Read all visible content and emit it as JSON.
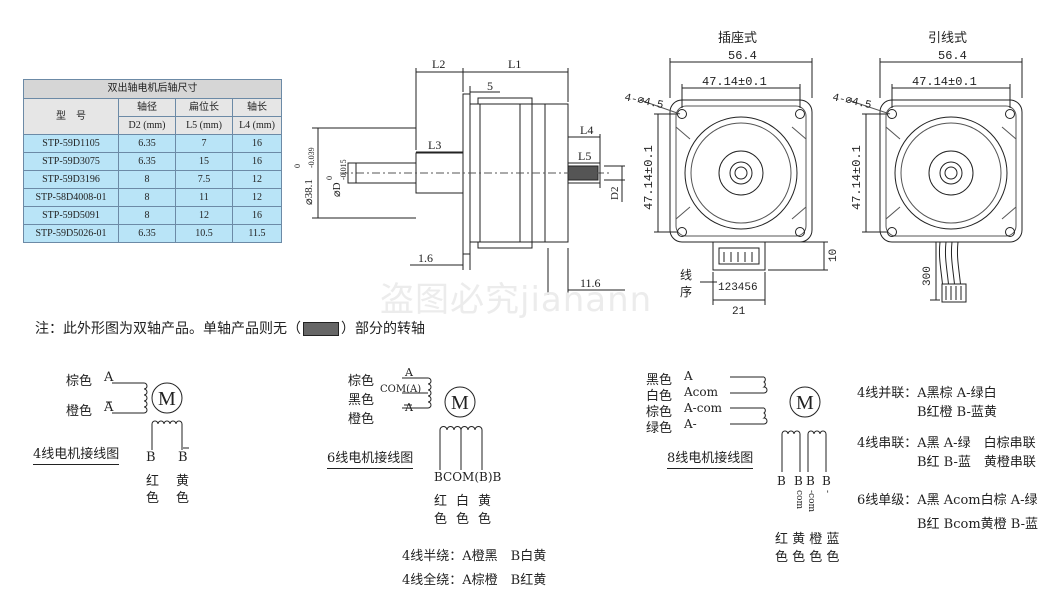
{
  "table": {
    "caption": "双出轴电机后轴尺寸",
    "col_model": "型　号",
    "col_dia": "轴径",
    "col_flat": "扁位长",
    "col_len": "轴长",
    "unit_dia": "D2 (mm)",
    "unit_flat": "L5 (mm)",
    "unit_len": "L4 (mm)",
    "rows": [
      {
        "model": "STP-59D1105",
        "d2": "6.35",
        "l5": "7",
        "l4": "16"
      },
      {
        "model": "STP-59D3075",
        "d2": "6.35",
        "l5": "15",
        "l4": "16"
      },
      {
        "model": "STP-59D3196",
        "d2": "8",
        "l5": "7.5",
        "l4": "12"
      },
      {
        "model": "STP-58D4008-01",
        "d2": "8",
        "l5": "11",
        "l4": "12"
      },
      {
        "model": "STP-59D5091",
        "d2": "8",
        "l5": "12",
        "l4": "16"
      },
      {
        "model": "STP-59D5026-01",
        "d2": "6.35",
        "l5": "10.5",
        "l4": "11.5"
      }
    ]
  },
  "side": {
    "L2": "L2",
    "L1": "L1",
    "five": "5",
    "L3": "L3",
    "L4": "L4",
    "L5": "L5",
    "dia38": "⌀38.1",
    "tol38_top": "0",
    "tol38_bot": "-0.039",
    "diaD": "⌀D",
    "tolD_top": "0",
    "tolD_bot": "-0.015",
    "D2": "D2",
    "d16": "1.6",
    "d116": "11.6"
  },
  "front1": {
    "title": "插座式",
    "w564": "56.4",
    "w4714": "47.14±0.1",
    "holes": "4-⌀4.5",
    "h4714": "47.14±0.1",
    "d10": "10",
    "xian": "线",
    "xu": "序",
    "seq": "123456",
    "d21": "21"
  },
  "front2": {
    "title": "引线式",
    "w564": "56.4",
    "w4714": "47.14±0.1",
    "holes": "4-⌀4.5",
    "h4714": "47.14±0.1",
    "d300": "300"
  },
  "note": {
    "prefix": "注：此外形图为双轴产品。单轴产品则无（",
    "suffix": "）部分的转轴"
  },
  "watermark": "盗图必究jianann",
  "w4": {
    "brown": "棕色",
    "orange": "橙色",
    "A": "A",
    "Abar": "A",
    "B": "B",
    "Bbar": "B",
    "M": "M",
    "title": "4线电机接线图",
    "red": "红",
    "yellow": "黄",
    "color": "色"
  },
  "w6": {
    "brown": "棕色",
    "black": "黑色",
    "orange": "橙色",
    "A": "A",
    "com": "COM(A)",
    "Abar": "A",
    "M": "M",
    "title": "6线电机接线图",
    "bottom": "BCOM(B)B",
    "red": "红",
    "white": "白",
    "yellow": "黄",
    "color": "色",
    "half": "4线半绕：A橙黑　B白黄",
    "full": "4线全绕：A棕橙　B红黄"
  },
  "w8": {
    "black": "黑色",
    "white": "白色",
    "brown": "棕色",
    "green": "绿色",
    "A": "A",
    "Acom": "Acom",
    "Acom2": "A-com",
    "Aminus": "A-",
    "M": "M",
    "title": "8线电机接线图",
    "b1": "B",
    "b2": "B",
    "bcom1": "com",
    "b3": "B",
    "bcom2": "-com",
    "b4": "B",
    "bminus": "-",
    "colors1": "红 黄 橙 蓝",
    "colors2": "色 色 色 色",
    "par1": "4线并联：A黑棕 A-绿白",
    "par2": "B红橙 B-蓝黄",
    "ser1": "4线串联：A黑 A-绿　白棕串联",
    "ser2": "B红 B-蓝　黄橙串联",
    "uni1": "6线单级：A黑 Acom白棕 A-绿",
    "uni2": "B红 Bcom黄橙 B-蓝"
  }
}
